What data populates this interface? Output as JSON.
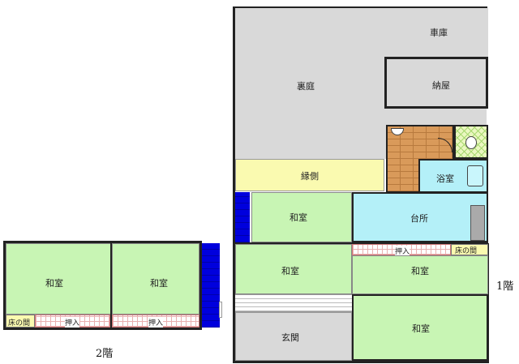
{
  "floor1": {
    "label": "1階",
    "rooms": {
      "garage": "車庫",
      "storage": "納屋",
      "backyard": "裏庭",
      "veranda": "縁側",
      "bath": "浴室",
      "washitsu_a": "和室",
      "kitchen": "台所",
      "closet": "押入",
      "tokonoma": "床の間",
      "washitsu_b": "和室",
      "washitsu_c": "和室",
      "entrance": "玄関",
      "washitsu_d": "和室"
    }
  },
  "floor2": {
    "label": "2階",
    "rooms": {
      "washitsu_left": "和室",
      "washitsu_right": "和室",
      "tokonoma": "床の間",
      "closet_left": "押入",
      "closet_right": "押入"
    }
  },
  "colors": {
    "tatami": "#c8f5b4",
    "garden": "#d9d9d9",
    "veranda": "#fafab0",
    "kitchen": "#b4f0f8",
    "wood": "#d99a5a",
    "stairs": "#0000dd",
    "wall": "#222222"
  }
}
